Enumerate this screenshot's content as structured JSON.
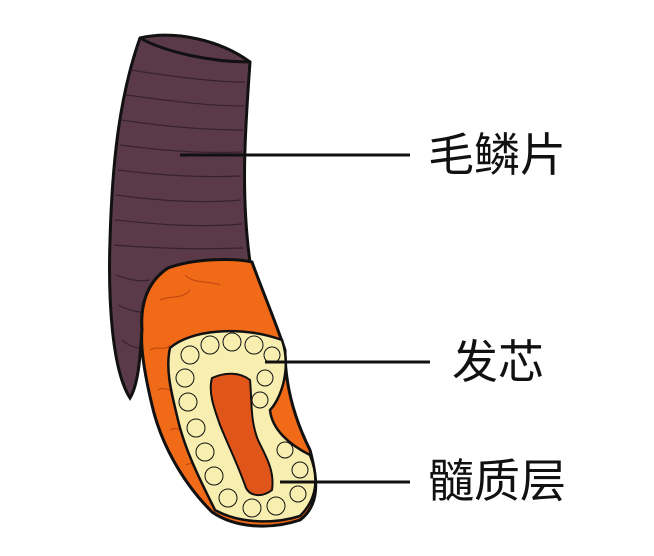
{
  "labels": {
    "cuticle": "毛鳞片",
    "cortex": "发芯",
    "medulla": "髓质层"
  },
  "colors": {
    "cuticle": "#5a3a48",
    "cortex": "#f06a18",
    "cortex_cells": "#f7eeb0",
    "medulla": "#e0551a",
    "outline": "#111111"
  }
}
